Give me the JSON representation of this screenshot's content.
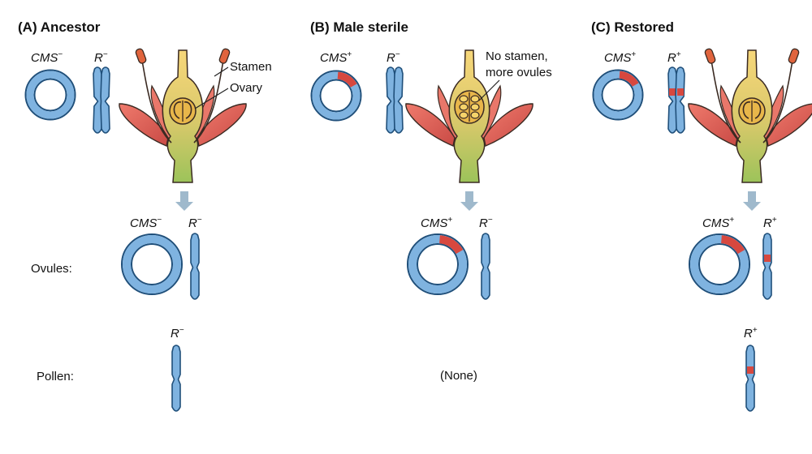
{
  "panels": [
    {
      "title": "(A)  Ancestor",
      "plasmid": {
        "gene": "CMS",
        "sign": "−",
        "has_marker": false
      },
      "chrom": {
        "gene": "R",
        "sign": "−",
        "has_marker": false
      },
      "flower": {
        "stamens": true,
        "ovules": "normal"
      },
      "callouts": [
        "Stamen",
        "Ovary"
      ],
      "ovules": {
        "plasmid": {
          "gene": "CMS",
          "sign": "−",
          "has_marker": false
        },
        "chrom": {
          "gene": "R",
          "sign": "−",
          "has_marker": false
        }
      },
      "pollen": {
        "type": "chrom",
        "gene": "R",
        "sign": "−",
        "has_marker": false
      }
    },
    {
      "title": "(B)  Male sterile",
      "plasmid": {
        "gene": "CMS",
        "sign": "+",
        "has_marker": true
      },
      "chrom": {
        "gene": "R",
        "sign": "−",
        "has_marker": false
      },
      "flower": {
        "stamens": false,
        "ovules": "more"
      },
      "callouts": [
        "No stamen,",
        "more ovules"
      ],
      "ovules": {
        "plasmid": {
          "gene": "CMS",
          "sign": "+",
          "has_marker": true
        },
        "chrom": {
          "gene": "R",
          "sign": "−",
          "has_marker": false
        }
      },
      "pollen": {
        "type": "text",
        "text": "(None)"
      }
    },
    {
      "title": "(C)  Restored",
      "plasmid": {
        "gene": "CMS",
        "sign": "+",
        "has_marker": true
      },
      "chrom": {
        "gene": "R",
        "sign": "+",
        "has_marker": true
      },
      "flower": {
        "stamens": true,
        "ovules": "normal"
      },
      "callouts": [],
      "ovules": {
        "plasmid": {
          "gene": "CMS",
          "sign": "+",
          "has_marker": true
        },
        "chrom": {
          "gene": "R",
          "sign": "+",
          "has_marker": true
        }
      },
      "pollen": {
        "type": "chrom",
        "gene": "R",
        "sign": "+",
        "has_marker": true
      }
    }
  ],
  "row_labels": {
    "ovules": "Ovules:",
    "pollen": "Pollen:"
  },
  "colors": {
    "chromosome_blue": "#7fb3e0",
    "outline": "#1f4f7a",
    "marker_red": "#d7483f",
    "arrow": "#9fb9cc",
    "petal": "#e2645b",
    "ovary_yellow": "#f5d36a",
    "stalk_green": "#a9c85c",
    "anther": "#e0643d"
  }
}
